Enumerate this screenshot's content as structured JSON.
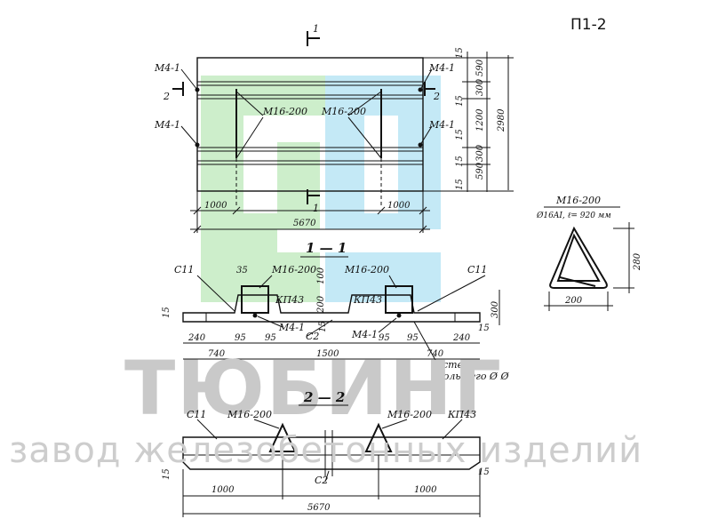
{
  "sheet_id": "П1-2",
  "watermark": {
    "brand": "ТЮБИНГ",
    "tagline": "завод железобетонных изделий",
    "colors": {
      "green": "#cdeecb",
      "blue": "#c4e9f6",
      "gray": "#c9c9c9"
    }
  },
  "plan": {
    "section_mark_1": "1",
    "section_mark_2": "2",
    "labels": {
      "m4_1": "М4-1",
      "m16_200": "М16-200"
    },
    "dims": {
      "left_offset": "1000",
      "right_offset": "1000",
      "overall": "5670",
      "right_chain": [
        "15",
        "590",
        "300",
        "15",
        "1200",
        "15",
        "15",
        "300",
        "590",
        "15"
      ],
      "height": "2980"
    }
  },
  "detail": {
    "title": "М16-200",
    "spec": "Ø16AI, ℓ= 920 мм",
    "height": "280",
    "width": "200"
  },
  "section_1_1": {
    "title": "1 — 1",
    "labels": {
      "c11": "С11",
      "m16_200": "М16-200",
      "kp43": "КП43",
      "m4_1": "М4-1",
      "c2": "С2",
      "note_line1": "стерЖни",
      "note_line2": "большего Ø Ø"
    },
    "dims": {
      "d35": "35",
      "d15": "15",
      "d100": "100",
      "d200": "200",
      "d300": "300",
      "d240": "240",
      "d95": "95",
      "d740": "740",
      "d1500": "1500"
    }
  },
  "section_2_2": {
    "title": "2 — 2",
    "labels": {
      "c11": "С11",
      "m16_200": "М16-200",
      "kp43": "КП43",
      "c2": "С2"
    },
    "dims": {
      "left": "1000",
      "right": "1000",
      "overall": "5670",
      "d15": "15"
    }
  }
}
